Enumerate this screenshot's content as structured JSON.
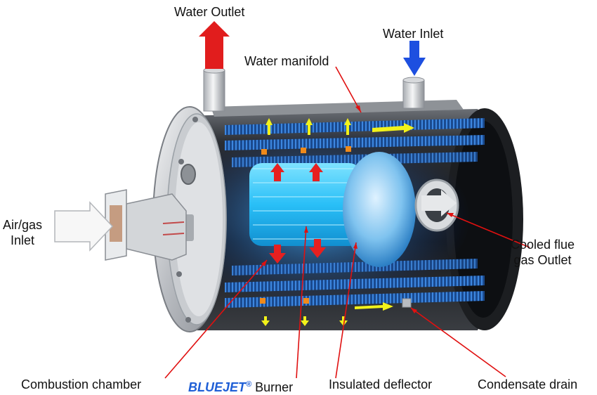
{
  "labels": {
    "water_outlet": "Water Outlet",
    "water_inlet": "Water Inlet",
    "water_manifold": "Water manifold",
    "air_gas_line1": "Air/gas",
    "air_gas_line2": "Inlet",
    "cooled_line1": "Cooled flue",
    "cooled_line2": "gas Outlet",
    "combustion_chamber": "Combustion chamber",
    "burner_brand": "BLUEJET",
    "burner_reg": "®",
    "burner_word": "Burner",
    "insulated_deflector": "Insulated deflector",
    "condensate_drain": "Condensate drain"
  },
  "colors": {
    "outlet_arrow": "#e11d1d",
    "inlet_arrow": "#1d4fe0",
    "leader_line": "#e01010",
    "burner_glow": "#36c8ff",
    "brand_text": "#1f5fd6"
  }
}
